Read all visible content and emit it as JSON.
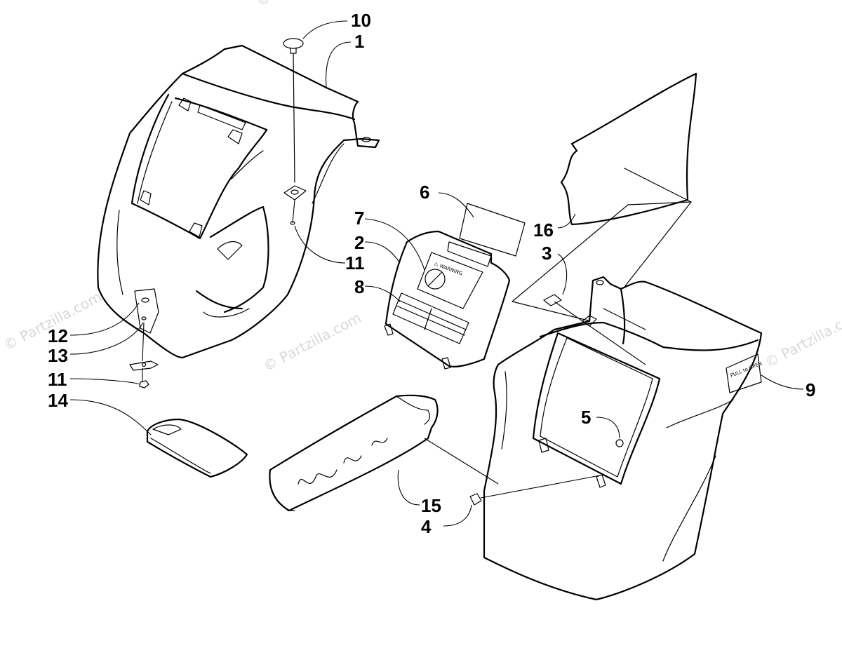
{
  "watermark": "© Partzilla.com",
  "callouts": [
    {
      "id": "c10",
      "text": "10"
    },
    {
      "id": "c1",
      "text": "1"
    },
    {
      "id": "c6",
      "text": "6"
    },
    {
      "id": "c7",
      "text": "7"
    },
    {
      "id": "c2",
      "text": "2"
    },
    {
      "id": "c8",
      "text": "8"
    },
    {
      "id": "c16",
      "text": "16"
    },
    {
      "id": "c3",
      "text": "3"
    },
    {
      "id": "c11a",
      "text": "11"
    },
    {
      "id": "c12",
      "text": "12"
    },
    {
      "id": "c13",
      "text": "13"
    },
    {
      "id": "c11b",
      "text": "11"
    },
    {
      "id": "c14",
      "text": "14"
    },
    {
      "id": "c9",
      "text": "9"
    },
    {
      "id": "c5",
      "text": "5"
    },
    {
      "id": "c15",
      "text": "15"
    },
    {
      "id": "c4",
      "text": "4"
    }
  ],
  "decals": {
    "warning_title": "⚠ WARNING",
    "pull_label": "PULL to OPEN"
  }
}
